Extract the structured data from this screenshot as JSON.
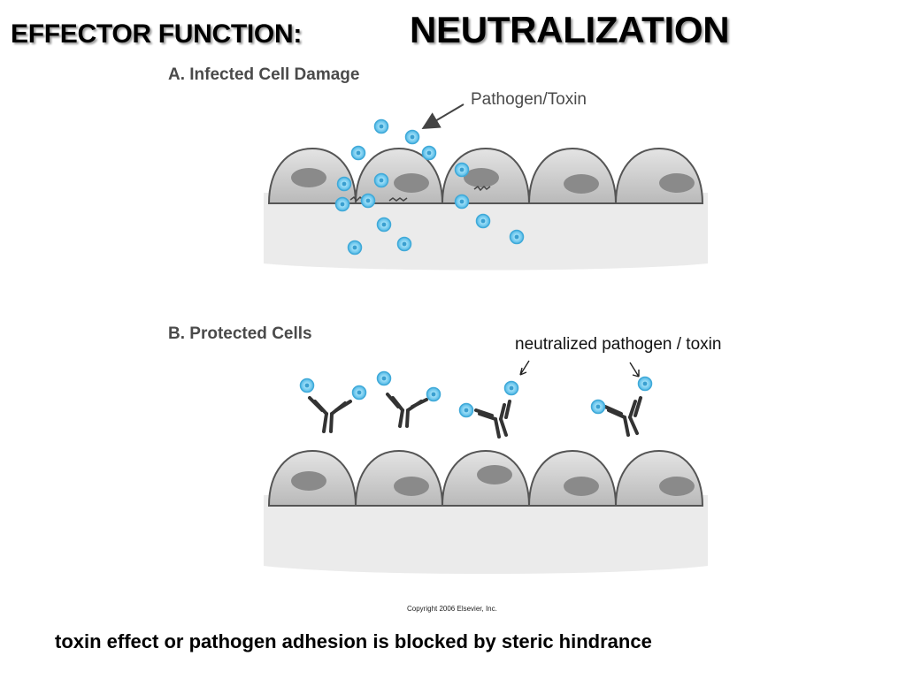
{
  "title": {
    "left": "EFFECTOR FUNCTION:",
    "right": "NEUTRALIZATION"
  },
  "panel_a": {
    "label": "A.  Infected Cell Damage",
    "pathogen_label": "Pathogen/Toxin"
  },
  "panel_b": {
    "label": "B.  Protected Cells",
    "annotation": "neutralized pathogen / toxin"
  },
  "copyright": "Copyright 2006 Elsevier, Inc.",
  "caption": "toxin effect or pathogen adhesion is blocked by steric hindrance",
  "colors": {
    "cell_fill": "#c8c8c8",
    "nucleus": "#8a8a8a",
    "tissue": "#eaeaea",
    "pathogen": "#6ec6ea",
    "antibody": "#3a3a3a"
  }
}
